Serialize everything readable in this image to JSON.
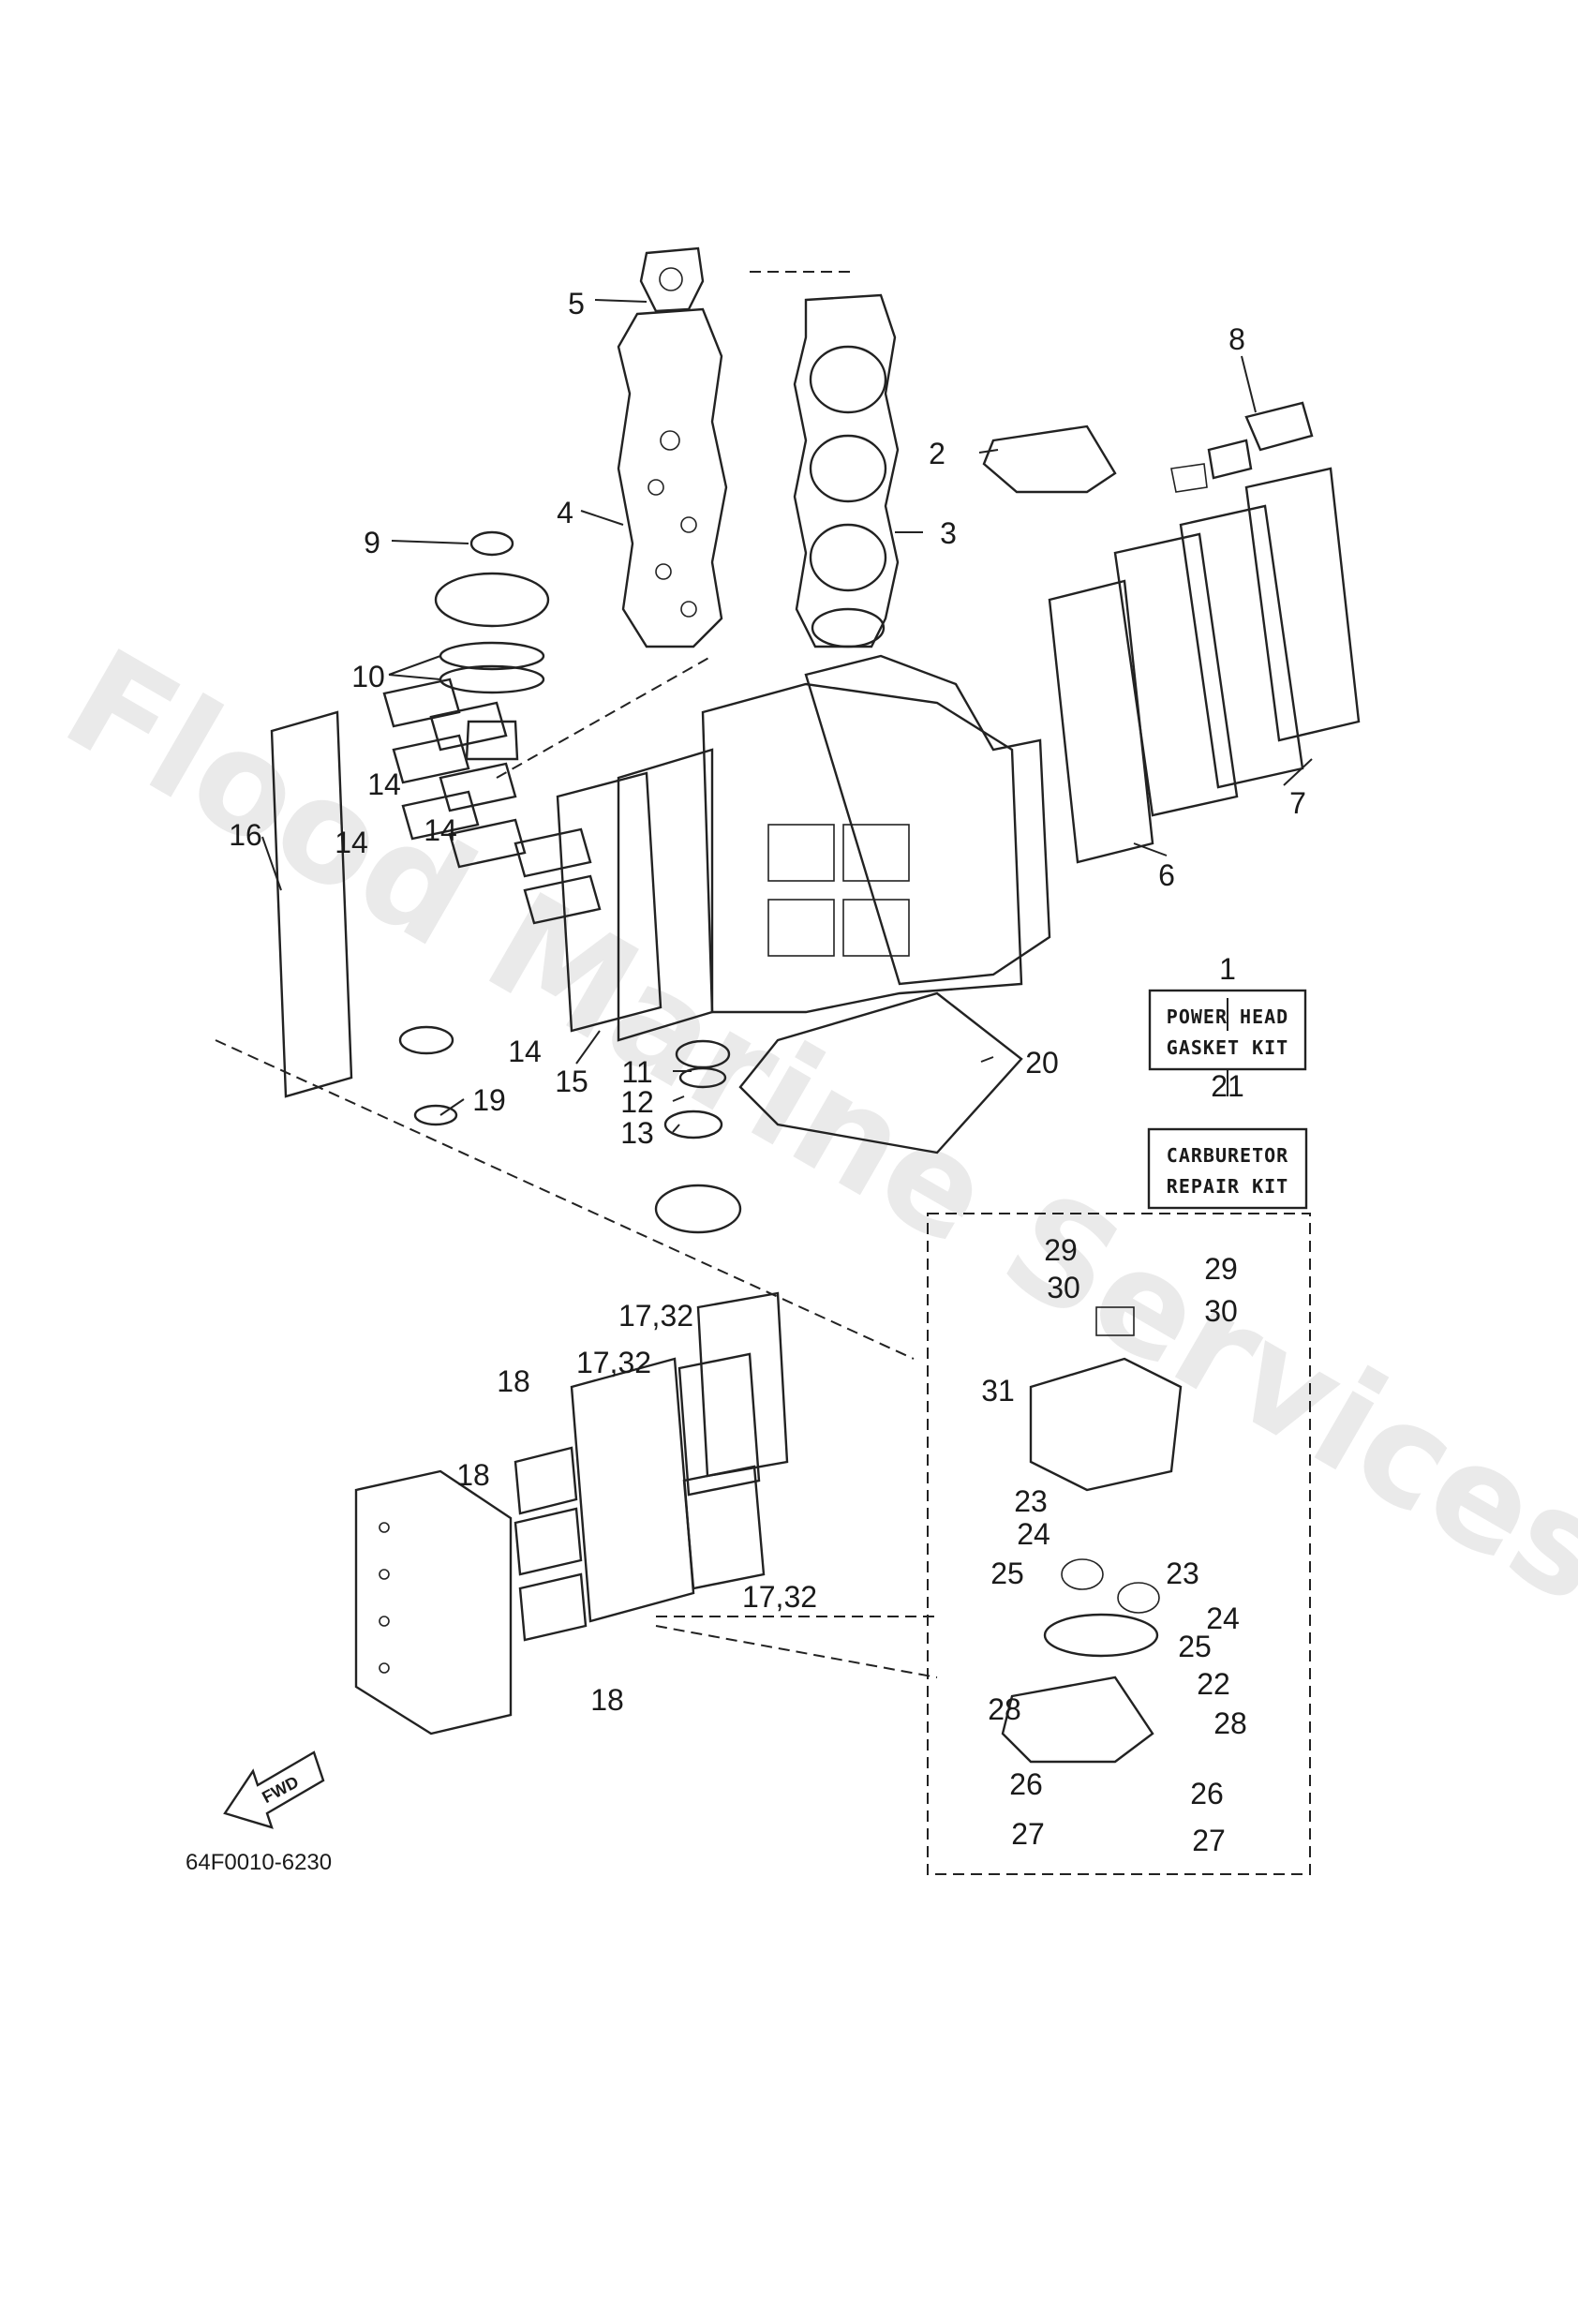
{
  "watermark": "Flood Marine Services",
  "drawing_code": "64F0010-6230",
  "fwd_label": "FWD",
  "kits": [
    {
      "number": "1",
      "line1": "POWER HEAD",
      "line2": "GASKET KIT"
    },
    {
      "number": "21",
      "line1": "CARBURETOR",
      "line2": "REPAIR KIT"
    }
  ],
  "callouts": [
    "5",
    "4",
    "9",
    "10",
    "3",
    "2",
    "8",
    "7",
    "6",
    "14",
    "14",
    "14",
    "14",
    "16",
    "15",
    "11",
    "12",
    "13",
    "19",
    "20",
    "29",
    "30",
    "29",
    "30",
    "31",
    "23",
    "24",
    "25",
    "23",
    "24",
    "25",
    "22",
    "28",
    "28",
    "26",
    "26",
    "27",
    "27",
    "17,32",
    "17,32",
    "17,32",
    "18",
    "18",
    "18"
  ]
}
